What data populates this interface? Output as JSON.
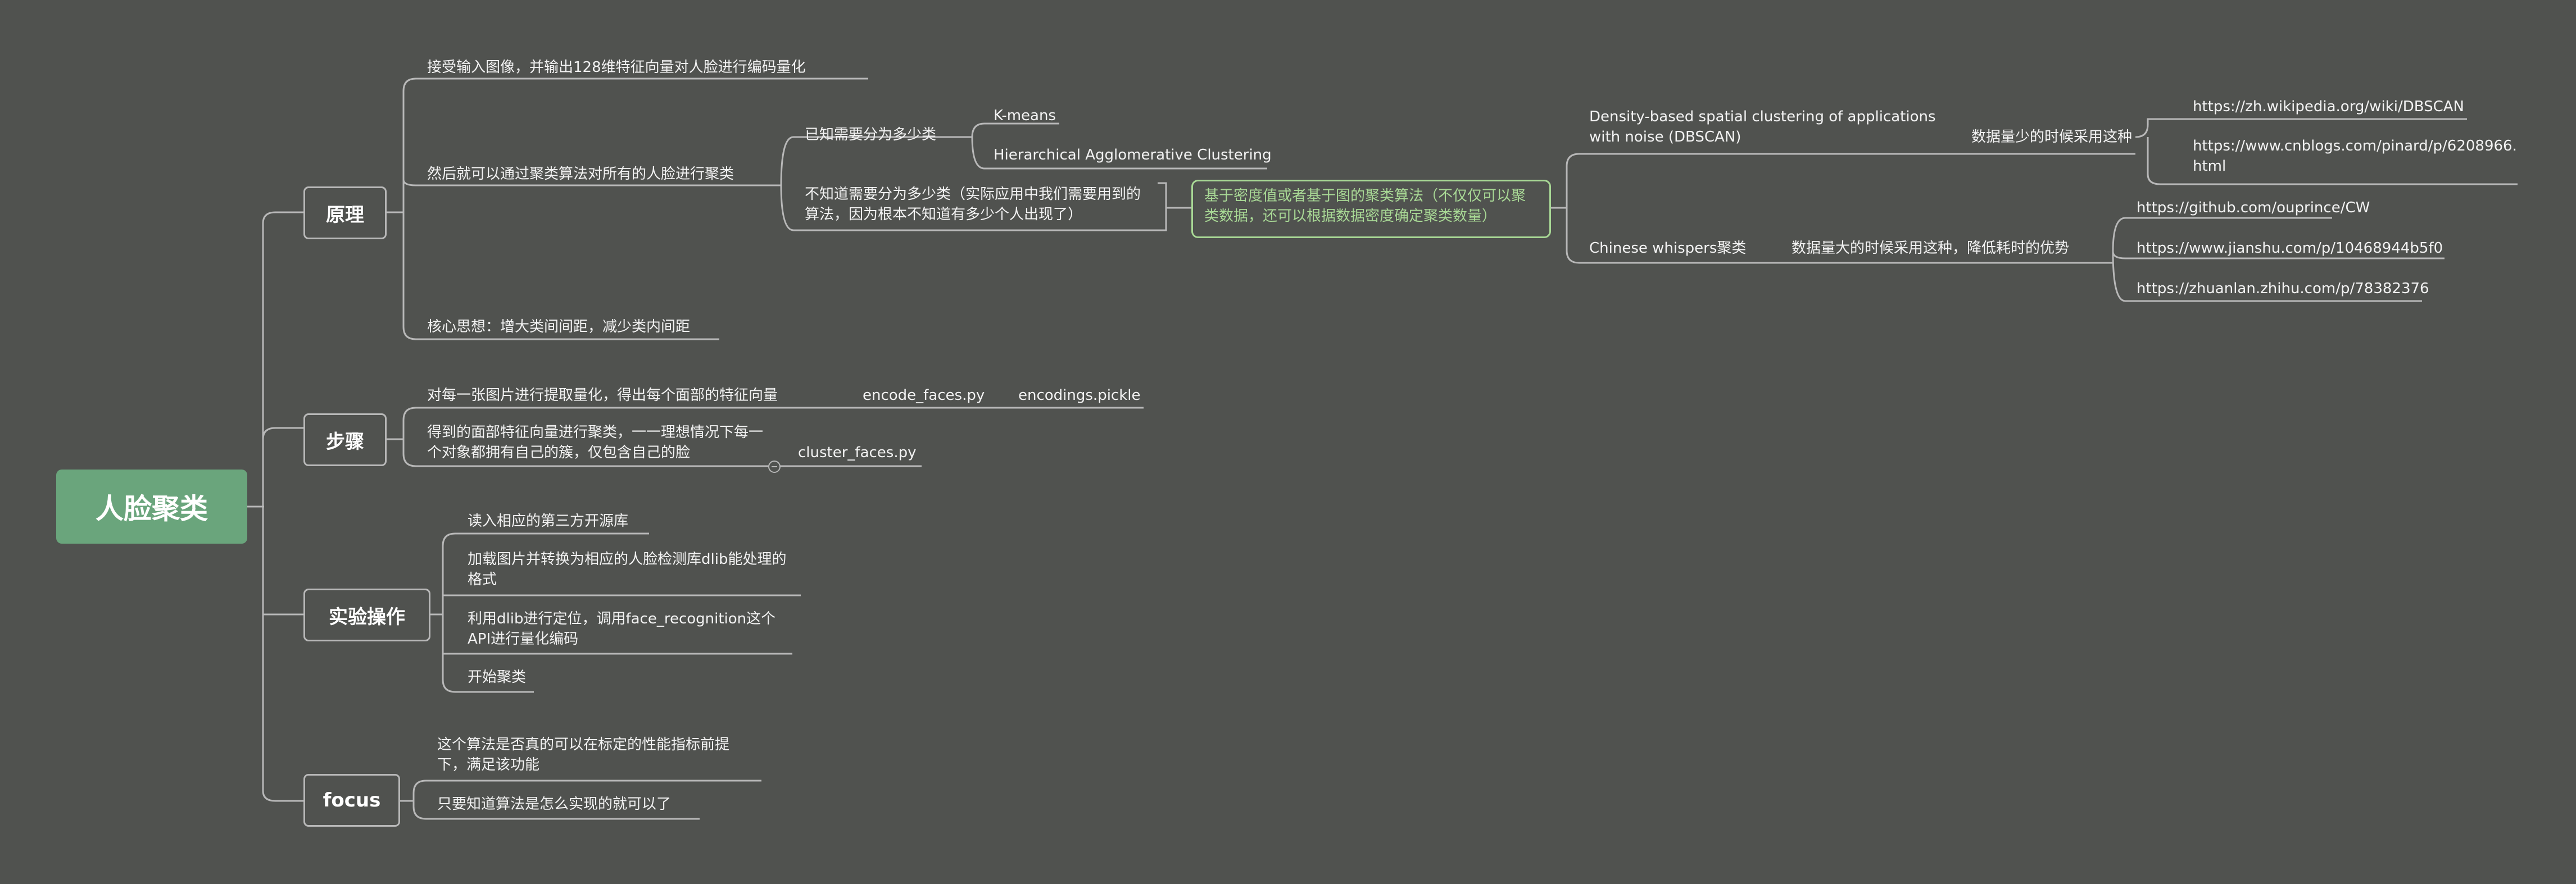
{
  "root": {
    "label": "人脸聚类"
  },
  "branches": {
    "principle": {
      "label": "原理",
      "item1": "接受输入图像，并输出128维特征向量对人脸进行编码量化",
      "item2": "然后就可以通过聚类算法对所有的人脸进行聚类",
      "item3": "核心思想：增大类间间距，减少类内间距",
      "known": "已知需要分为多少类",
      "kmeans": "K-means",
      "hac": "Hierarchical Agglomerative Clustering",
      "unknown": "不知道需要分为多少类（实际应用中我们需要用到的算法，因为根本不知道有多少个人出现了）",
      "density": "基于密度值或者基于图的聚类算法（不仅仅可以聚类数据，还可以根据数据密度确定聚类数量）",
      "dbscan": "Density-based spatial clustering of applications with noise (DBSCAN)",
      "dbscan_note": "数据量少的时候采用这种",
      "dbscan_link1": "https://zh.wikipedia.org/wiki/DBSCAN",
      "dbscan_link2": "https://www.cnblogs.com/pinard/p/6208966.html",
      "cw": "Chinese whispers聚类",
      "cw_note": "数据量大的时候采用这种，降低耗时的优势",
      "cw_link1": "https://github.com/ouprince/CW",
      "cw_link2": "https://www.jianshu.com/p/10468944b5f0",
      "cw_link3": "https://zhuanlan.zhihu.com/p/78382376"
    },
    "steps": {
      "label": "步骤",
      "step1": "对每一张图片进行提取量化，得出每个面部的特征向量",
      "step1_file": "encode_faces.py",
      "step1_out": "encodings.pickle",
      "step2": "得到的面部特征向量进行聚类，一一理想情况下每一个对象都拥有自己的簇，仅包含自己的脸",
      "step2_file": "cluster_faces.py"
    },
    "experiment": {
      "label": "实验操作",
      "item1": "读入相应的第三方开源库",
      "item2": "加载图片并转换为相应的人脸检测库dlib能处理的格式",
      "item3": "利用dlib进行定位，调用face_recognition这个API进行量化编码",
      "item4": "开始聚类"
    },
    "focus": {
      "label": "focus",
      "item1": "这个算法是否真的可以在标定的性能指标前提下，满足该功能",
      "item2": "只要知道算法是怎么实现的就可以了"
    }
  },
  "colors": {
    "background": "#50524f",
    "line": "#b8b8b8",
    "accent": "#a8d895",
    "root": "#6aa57c"
  }
}
